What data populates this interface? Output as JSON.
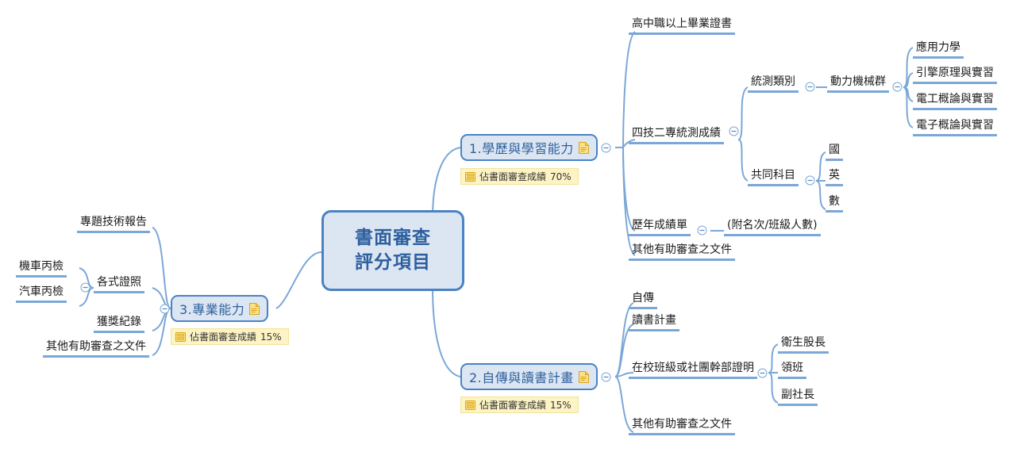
{
  "mindmap": {
    "title": "書面審查評分項目",
    "central": {
      "line1": "書面審查",
      "line2": "評分項目"
    },
    "colors": {
      "node_border": "#4a82c4",
      "node_fill": "#dce6f2",
      "node_text": "#2d5f9e",
      "underline": "#7ba7d7",
      "note_fill": "#fdf3c4",
      "note_border": "#f2e49a",
      "icon_yellow": "#f5c544"
    },
    "branches": [
      {
        "id": "b1",
        "label": "1.學歷與學習能力",
        "icon": "document-icon",
        "note": {
          "icon": "note-icon",
          "label": "佔書面審查成績",
          "value": "70%"
        },
        "children": [
          {
            "label": "高中職以上畢業證書",
            "children": []
          },
          {
            "label": "四技二專統測成績",
            "collapse": "collapse-minus-icon",
            "children": [
              {
                "label": "統測類別",
                "collapse": "collapse-minus-icon",
                "children": [
                  {
                    "label": "動力機械群",
                    "collapse": "collapse-minus-icon",
                    "children": [
                      {
                        "label": "應用力學"
                      },
                      {
                        "label": "引擎原理與實習"
                      },
                      {
                        "label": "電工概論與實習"
                      },
                      {
                        "label": "電子概論與實習"
                      }
                    ]
                  }
                ]
              },
              {
                "label": "共同科目",
                "collapse": "collapse-minus-icon",
                "children": [
                  {
                    "label": "國"
                  },
                  {
                    "label": "英"
                  },
                  {
                    "label": "數"
                  }
                ]
              }
            ]
          },
          {
            "label": "歷年成績單",
            "collapse": "collapse-minus-icon",
            "children": [
              {
                "label": "(附名次/班級人數)"
              }
            ]
          },
          {
            "label": "其他有助審查之文件",
            "children": []
          }
        ]
      },
      {
        "id": "b2",
        "label": "2.自傳與讀書計畫",
        "icon": "document-icon",
        "note": {
          "icon": "note-icon",
          "label": "佔書面審查成績",
          "value": "15%"
        },
        "children": [
          {
            "label": "自傳",
            "children": []
          },
          {
            "label": "讀書計畫",
            "children": []
          },
          {
            "label": "在校班級或社團幹部證明",
            "collapse": "collapse-minus-icon",
            "children": [
              {
                "label": "衛生股長"
              },
              {
                "label": "領班"
              },
              {
                "label": "副社長"
              }
            ]
          },
          {
            "label": "其他有助審查之文件",
            "children": []
          }
        ]
      },
      {
        "id": "b3",
        "label": "3.專業能力",
        "icon": "document-icon",
        "note": {
          "icon": "note-icon",
          "label": "佔書面審查成績",
          "value": "15%"
        },
        "children": [
          {
            "label": "專題技術報告",
            "children": []
          },
          {
            "label": "各式證照",
            "collapse": "collapse-minus-icon",
            "children": [
              {
                "label": "機車丙檢"
              },
              {
                "label": "汽車丙檢"
              }
            ]
          },
          {
            "label": "獲獎紀錄",
            "children": []
          },
          {
            "label": "其他有助審查之文件",
            "children": []
          }
        ]
      }
    ]
  }
}
